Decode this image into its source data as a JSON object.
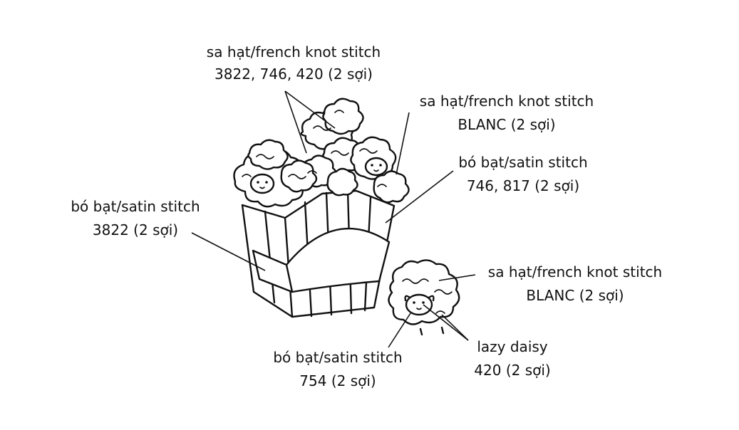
{
  "annotations": [
    {
      "id": "top",
      "line1": "sa hạt/french knot stitch",
      "line2": "3822, 746, 420 (2 sợi)"
    },
    {
      "id": "right-top",
      "line1": "sa hạt/french knot stitch",
      "line2": "BLANC (2 sợi)"
    },
    {
      "id": "right-mid",
      "line1": "bó bạt/satin stitch",
      "line2": "746, 817 (2 sợi)"
    },
    {
      "id": "left",
      "line1": "bó bạt/satin stitch",
      "line2": "3822 (2 sợi)"
    },
    {
      "id": "sheep",
      "line1": "sa hạt/french knot stitch",
      "line2": "BLANC (2 sợi)"
    },
    {
      "id": "bottom",
      "line1": "bó bạt/satin stitch",
      "line2": "754 (2 sợi)"
    },
    {
      "id": "lazy",
      "line1": "lazy daisy",
      "line2": "420 (2 sợi)"
    }
  ]
}
